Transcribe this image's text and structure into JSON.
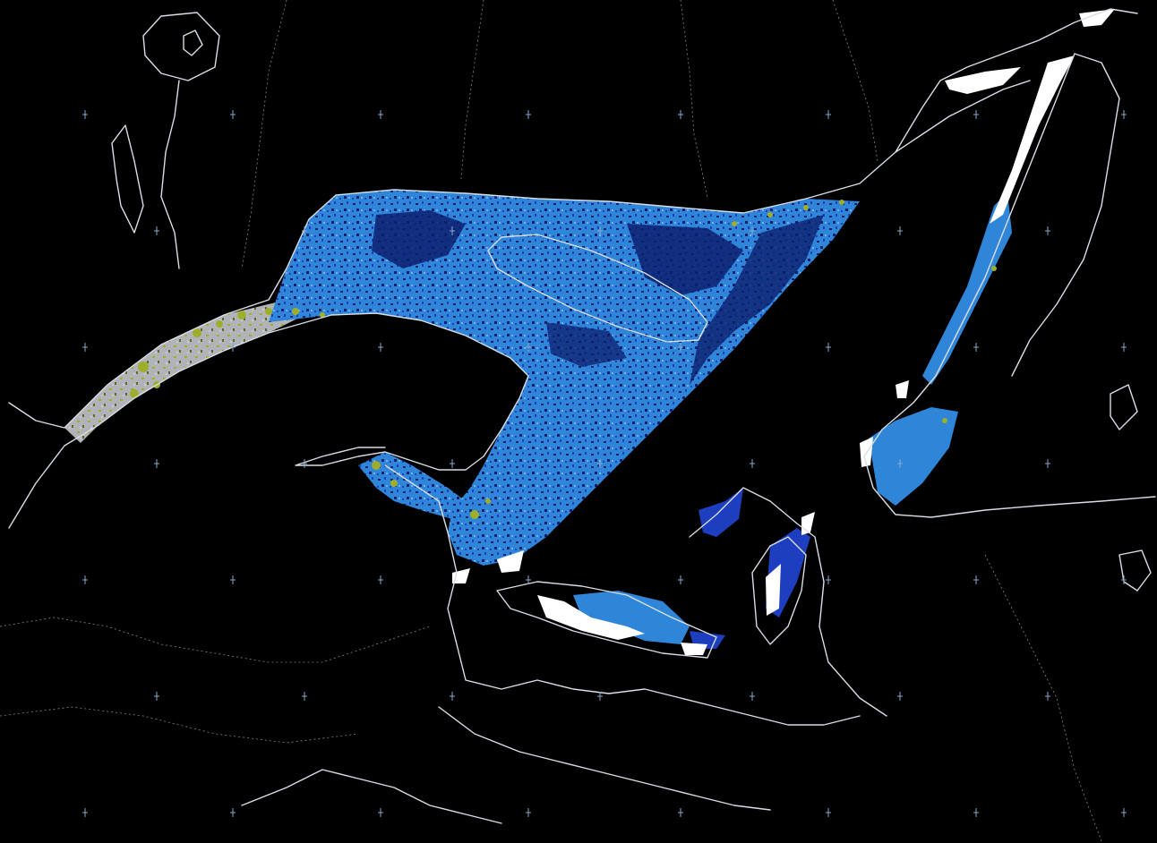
{
  "map": {
    "background_color": "#000000",
    "coastline_color": "#d8dde6",
    "ice_classes": [
      {
        "name": "open-water-or-thin-ice",
        "color": "#0a0f3a"
      },
      {
        "name": "new-ice",
        "color": "#1d3fbf"
      },
      {
        "name": "young-ice",
        "color": "#2f86d8"
      },
      {
        "name": "first-year-ice",
        "color": "#b0b4b9"
      },
      {
        "name": "mixed-ice-patches",
        "color": "#9eae2a"
      },
      {
        "name": "fast-ice-or-snow",
        "color": "#ffffff"
      }
    ],
    "graticule_marker": "+"
  }
}
